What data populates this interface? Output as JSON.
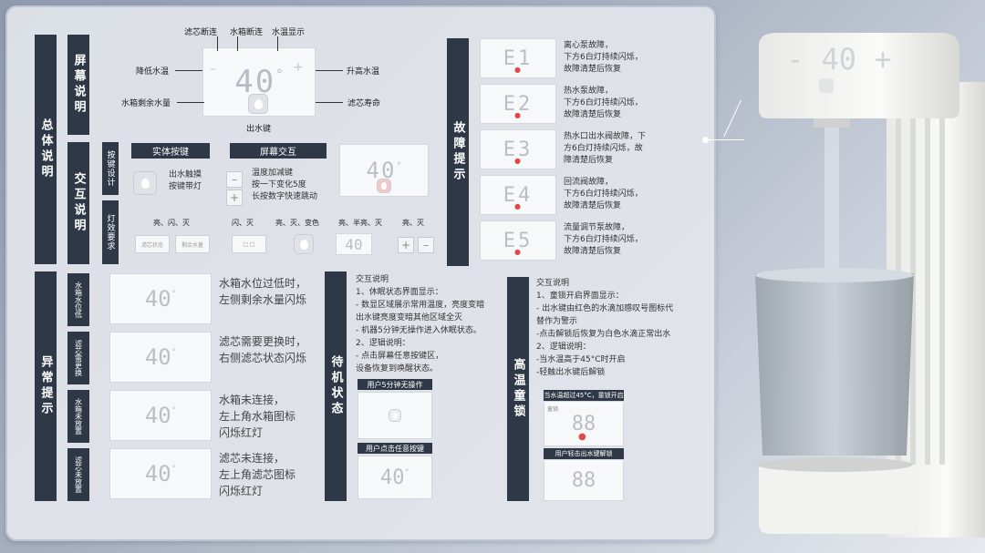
{
  "sections": {
    "overview": "总体说明",
    "screen": "屏幕说明",
    "interaction": "交互说明",
    "button_design": "按键设计",
    "light_req": "灯效要求",
    "faults": "故障提示",
    "abnormal": "异常提示",
    "standby": "待机状态",
    "lock": "高温童锁"
  },
  "screen_labels": {
    "tank_disconnect": "滤芯断连",
    "tank_off": "水箱断连",
    "temp_display": "水温显示",
    "lower_temp": "降低水温",
    "raise_temp": "升高水温",
    "remaining_water": "水箱剩余水量",
    "filter_life": "滤芯寿命",
    "outlet_key": "出水键"
  },
  "display_value": "40",
  "display_unit": "°",
  "dim_display": "88",
  "interaction": {
    "physical_key": "实体按键",
    "screen_interact": "屏幕交互",
    "touch_text": [
      "出水触摸",
      "按键带灯"
    ],
    "temp_key_text": [
      "温度加减键",
      "按一下变化5度",
      "长按数字快速跳动"
    ],
    "light_states": [
      "亮、闪、灭",
      "闪、灭",
      "亮、灭、变色",
      "亮、半亮、灭",
      "亮、灭"
    ],
    "mini_labels": [
      "滤芯状态",
      "剩余水量"
    ]
  },
  "faults": [
    {
      "code": "E1",
      "lines": [
        "离心泵故障，",
        "下方6白灯持续闪烁，",
        "故障清楚后恢复"
      ]
    },
    {
      "code": "E2",
      "lines": [
        "热水泵故障，",
        "下方6白灯持续闪烁，",
        "故障清楚后恢复"
      ]
    },
    {
      "code": "E3",
      "lines": [
        "热水口出水阀故障，下",
        "方6白灯持续闪烁，故",
        "障清楚后恢复"
      ]
    },
    {
      "code": "E4",
      "lines": [
        "回流阀故障，",
        "下方6白灯持续闪烁，",
        "故障清楚后恢复"
      ]
    },
    {
      "code": "E5",
      "lines": [
        "流量调节泵故障，",
        "下方6白灯持续闪烁，",
        "故障清楚后恢复"
      ]
    }
  ],
  "abnormal": [
    {
      "tag": "水箱水位低",
      "lines": [
        "水箱水位过低时，",
        "左侧剩余水量闪烁"
      ]
    },
    {
      "tag": "滤芯需更换",
      "lines": [
        "滤芯需要更换时，",
        "右侧滤芯状态闪烁"
      ]
    },
    {
      "tag": "水箱未放置",
      "lines": [
        "水箱未连接，",
        "左上角水箱图标",
        "闪烁红灯"
      ]
    },
    {
      "tag": "滤芯未放置",
      "lines": [
        "滤芯未连接，",
        "左上角滤芯图标",
        "闪烁红灯"
      ]
    }
  ],
  "standby": {
    "lines": [
      "交互说明",
      "1、休眠状态界面显示：",
      " - 数显区域展示常用温度，亮度变暗",
      "   出水键亮度变暗其他区域全灭",
      " - 机器5分钟无操作进入休眠状态。",
      "2、逻辑说明：",
      " - 点击屏幕任意按键区，",
      "   设备恢复到唤醒状态。"
    ],
    "cap1": "用户5分钟无操作",
    "cap2": "用户点击任意按键"
  },
  "lock": {
    "lines": [
      "交互说明",
      "1、童锁开启界面显示：",
      " - 出水键由红色的水滴加感叹号图标代",
      "替作为警示",
      " -点击解锁后恢复为白色水滴正常出水",
      "2、逻辑说明：",
      " -当水温高于45°C时开启",
      " -轻触出水键后解锁"
    ],
    "cap1": "当水温超过45°C，童锁开启",
    "cap2": "用户轻击出水键解锁",
    "mini_left": "童锁"
  }
}
